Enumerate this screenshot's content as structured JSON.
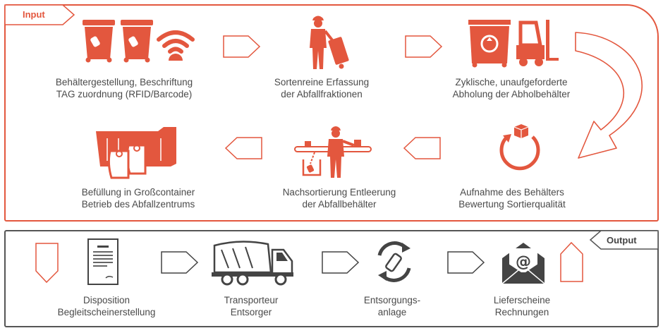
{
  "input": {
    "label": "Input",
    "steps": [
      {
        "id": "labeling",
        "lines": [
          "Behältergestellung, Beschriftung",
          "TAG zuordnung (RFID/Barcode)"
        ]
      },
      {
        "id": "collection",
        "lines": [
          "Sortenreine Erfassung",
          "der  Abfallfraktionen"
        ]
      },
      {
        "id": "pickup",
        "lines": [
          "Zyklische, unaufgeforderte",
          "Abholung der Abholbehälter"
        ]
      },
      {
        "id": "rating",
        "lines": [
          "Aufnahme des Behälters",
          "Bewertung Sortierqualität"
        ]
      },
      {
        "id": "sorting",
        "lines": [
          "Nachsortierung  Entleerung",
          "der Abfallbehälter"
        ]
      },
      {
        "id": "container",
        "lines": [
          "Befüllung in Großcontainer",
          "Betrieb des Abfallzentrums"
        ]
      }
    ]
  },
  "output": {
    "label": "Output",
    "steps": [
      {
        "id": "disposition",
        "lines": [
          "Disposition",
          "Begleitscheinerstellung"
        ]
      },
      {
        "id": "transport",
        "lines": [
          "Transporteur",
          "Entsorger"
        ]
      },
      {
        "id": "plant",
        "lines": [
          "Entsorgungs-",
          "anlage"
        ]
      },
      {
        "id": "invoice",
        "lines": [
          "Lieferscheine",
          "Rechnungen"
        ]
      }
    ]
  },
  "icons": {
    "labeling": [
      "waste-bin-icon",
      "waste-bin-icon",
      "rfid-signal-icon"
    ],
    "collection": "worker-with-bin-icon",
    "pickup": [
      "recycling-container-icon",
      "forklift-icon"
    ],
    "rating": "rotation-package-icon",
    "sorting": "sorting-conveyor-worker-icon",
    "container": "large-container-icon",
    "disposition": "document-icon",
    "transport": "garbage-truck-icon",
    "plant": "recycling-cycle-icon",
    "invoice": "email-envelope-icon"
  },
  "colors": {
    "accent": "#e3573e",
    "dark": "#555555",
    "text": "#4a4a4a"
  }
}
